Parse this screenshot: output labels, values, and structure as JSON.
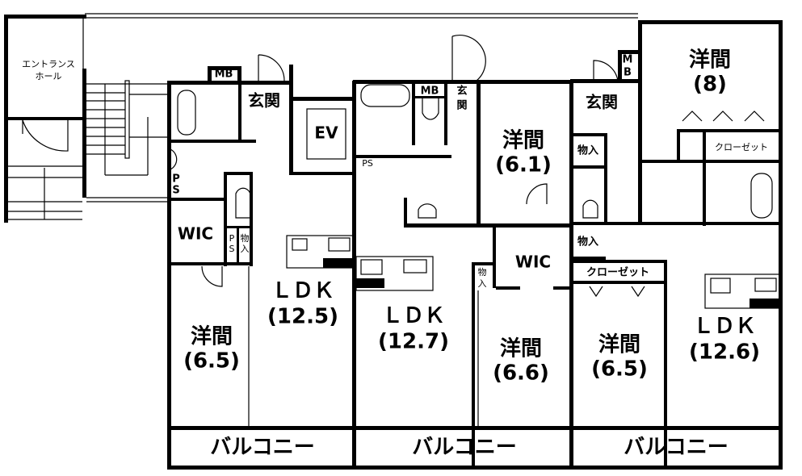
{
  "plan": {
    "entrance_hall": [
      "エントランス",
      "ホール"
    ],
    "ev": "EV",
    "unit_a": {
      "mb": "MB",
      "genkan": "玄関",
      "ps1": [
        "P",
        "S"
      ],
      "ps2": [
        "P",
        "S"
      ],
      "wic": "WIC",
      "storage": [
        "物",
        "入"
      ],
      "western_room": [
        "洋間",
        "(6.5)"
      ],
      "ldk": [
        "ＬＤＫ",
        "(12.5)"
      ],
      "balcony": "バルコニー"
    },
    "unit_b": {
      "mb": "MB",
      "genkan": [
        "玄",
        "関"
      ],
      "ps": "PS",
      "western_room_1": [
        "洋間",
        "(6.1)"
      ],
      "ldk": [
        "ＬＤＫ",
        "(12.7)"
      ],
      "wic": "WIC",
      "storage": [
        "物",
        "入"
      ],
      "western_room_2": [
        "洋間",
        "(6.6)"
      ],
      "balcony": "バルコニー"
    },
    "unit_c": {
      "mb": [
        "M",
        "B"
      ],
      "genkan": "玄関",
      "storage_1": "物入",
      "storage_2": "物入",
      "closet_1": "クローゼット",
      "closet_2": "クローゼット",
      "western_room_1": [
        "洋間",
        "(8)"
      ],
      "western_room_2": [
        "洋間",
        "(6.5)"
      ],
      "ldk": [
        "ＬＤＫ",
        "(12.6)"
      ],
      "balcony": "バルコニー"
    }
  }
}
